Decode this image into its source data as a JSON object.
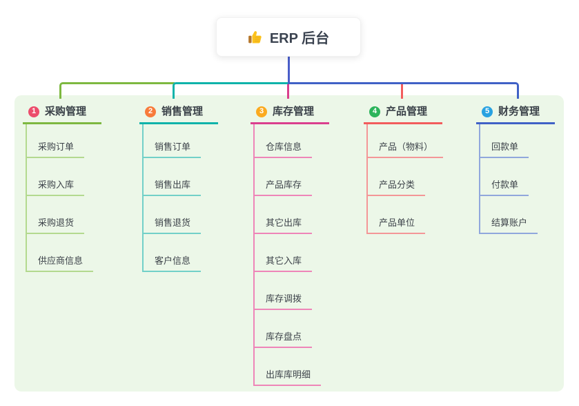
{
  "root": {
    "label": "ERP 后台",
    "icon": "thumbs-up-icon"
  },
  "branches": [
    {
      "badge": "1",
      "label": "采购管理",
      "line_color": "#7db840",
      "child_line_color": "#b3d98f",
      "badge_color": "#ec4d6c",
      "children": [
        "采购订单",
        "采购入库",
        "采购退货",
        "供应商信息"
      ]
    },
    {
      "badge": "2",
      "label": "销售管理",
      "line_color": "#0fb3aa",
      "child_line_color": "#72d0c8",
      "badge_color": "#f87b3b",
      "children": [
        "销售订单",
        "销售出库",
        "销售退货",
        "客户信息"
      ]
    },
    {
      "badge": "3",
      "label": "库存管理",
      "line_color": "#da3f8e",
      "child_line_color": "#ee85b8",
      "badge_color": "#fbaa1f",
      "children": [
        "仓库信息",
        "产品库存",
        "其它出库",
        "其它入库",
        "库存调拨",
        "库存盘点",
        "出库库明细"
      ]
    },
    {
      "badge": "4",
      "label": "产品管理",
      "line_color": "#f25c5c",
      "child_line_color": "#f49697",
      "badge_color": "#2cb45b",
      "children": [
        "产品（物料）",
        "产品分类",
        "产品单位"
      ]
    },
    {
      "badge": "5",
      "label": "财务管理",
      "line_color": "#4061c6",
      "child_line_color": "#90a7dc",
      "badge_color": "#29a2e1",
      "children": [
        "回款单",
        "付款单",
        "结算账户"
      ]
    }
  ],
  "colors": {
    "page_bg": "#ffffff",
    "panel_bg": "#ecf7e8",
    "root_line": "#4a5ec9",
    "root_text": "#3b4350",
    "title_text": "#3a4148",
    "child_text": "#3d434a",
    "thumb_yellow": "#fcc21c",
    "thumb_cuff": "#b5762a"
  }
}
